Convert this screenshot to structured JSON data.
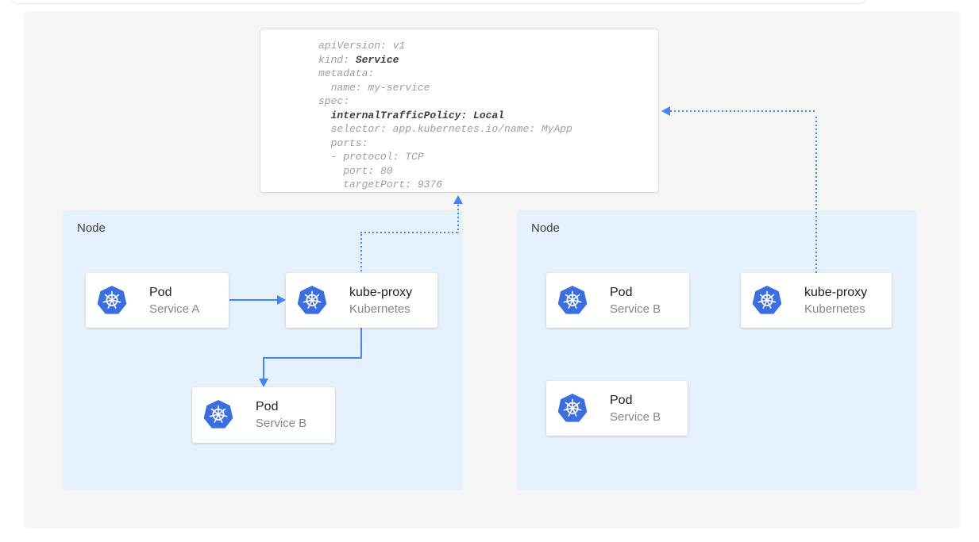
{
  "colors": {
    "accent_blue": "#4285f4",
    "kubernetes_blue": "#3b6fe0",
    "node_background": "#e5f1fc",
    "board_background": "#f5f5f5",
    "code_text": "#9e9e9e",
    "code_bold_text": "#3c4043",
    "card_title_text": "#212124",
    "card_subtitle_text": "#82868c"
  },
  "manifest": {
    "lines": [
      [
        {
          "t": "apiVersion: v1"
        }
      ],
      [
        {
          "t": "kind: "
        },
        {
          "t": "Service",
          "b": true
        }
      ],
      [
        {
          "t": "metadata:"
        }
      ],
      [
        {
          "t": "  name: my-service"
        }
      ],
      [
        {
          "t": "spec:"
        }
      ],
      [
        {
          "t": "  "
        },
        {
          "t": "internalTrafficPolicy: Local",
          "b": true
        }
      ],
      [
        {
          "t": "  selector: app.kubernetes.io/name: MyApp"
        }
      ],
      [
        {
          "t": "  ports:"
        }
      ],
      [
        {
          "t": "  - protocol: TCP"
        }
      ],
      [
        {
          "t": "    port: 80"
        }
      ],
      [
        {
          "t": "    targetPort: 9376"
        }
      ]
    ]
  },
  "nodes": [
    {
      "label": "Node",
      "cards": [
        {
          "title": "Pod",
          "subtitle": "Service A"
        },
        {
          "title": "kube-proxy",
          "subtitle": "Kubernetes"
        },
        {
          "title": "Pod",
          "subtitle": "Service B"
        }
      ]
    },
    {
      "label": "Node",
      "cards": [
        {
          "title": "Pod",
          "subtitle": "Service B"
        },
        {
          "title": "kube-proxy",
          "subtitle": "Kubernetes"
        },
        {
          "title": "Pod",
          "subtitle": "Service B"
        }
      ]
    }
  ],
  "icons": {
    "kubernetes": "kubernetes-helm-wheel"
  }
}
